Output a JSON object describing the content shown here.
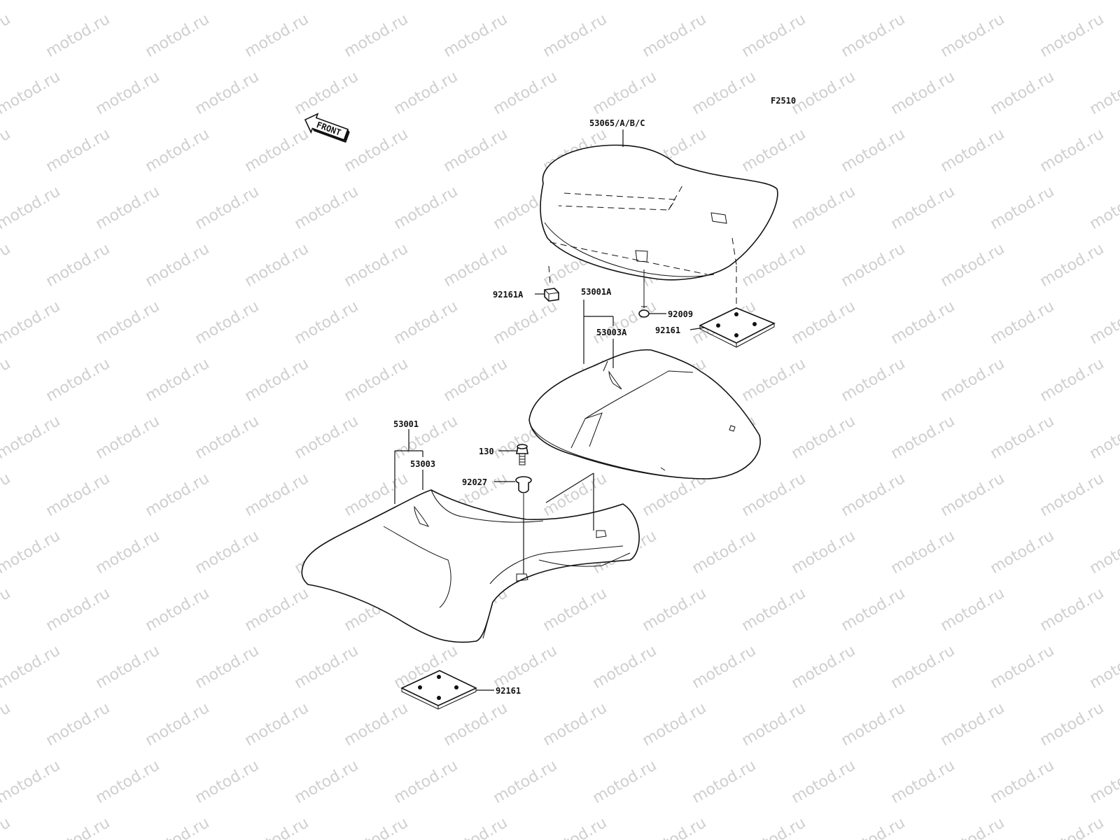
{
  "figure_code": "F2510",
  "front_label": "FRONT",
  "watermark": "motod.ru",
  "parts": [
    {
      "id": "p53065",
      "number": "53065/A/B/C"
    },
    {
      "id": "p92161A",
      "number": "92161A"
    },
    {
      "id": "p53001A",
      "number": "53001A"
    },
    {
      "id": "p92009",
      "number": "92009"
    },
    {
      "id": "p53003A",
      "number": "53003A"
    },
    {
      "id": "p92161_top",
      "number": "92161"
    },
    {
      "id": "p53001",
      "number": "53001"
    },
    {
      "id": "p130",
      "number": "130"
    },
    {
      "id": "p53003",
      "number": "53003"
    },
    {
      "id": "p92027",
      "number": "92027"
    },
    {
      "id": "p92161_bottom",
      "number": "92161"
    }
  ]
}
